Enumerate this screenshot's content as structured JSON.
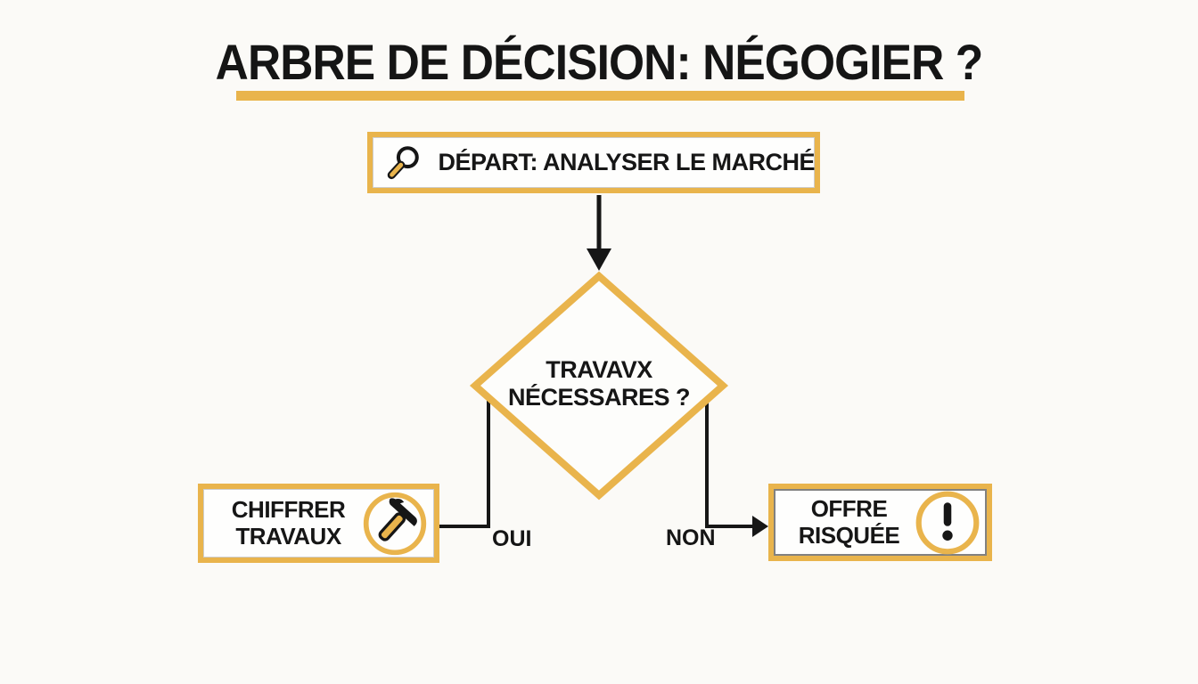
{
  "meta": {
    "background_color": "#fbfaf7",
    "accent_color": "#e9b44c",
    "ink_color": "#161616",
    "diagram_type": "decision-tree-flowchart"
  },
  "title": {
    "text": "ARBRE DE DÉCISION: NÉGOGIER ?"
  },
  "flow": {
    "start": {
      "label": "DÉPART: ANALYSER LE MARCHÉ",
      "icon": "magnifier-icon"
    },
    "decision": {
      "line1": "TRAVAVX",
      "line2": "NÉCESSARES ?"
    },
    "branch_yes": {
      "edge_label": "OUI",
      "node": {
        "line1": "CHIFFRER",
        "line2": "TRAVAUX",
        "icon": "hammer-icon"
      }
    },
    "branch_no": {
      "edge_label": "NON",
      "node": {
        "line1": "OFFRE",
        "line2": "RISQUÉE",
        "icon": "exclamation-icon"
      }
    }
  }
}
